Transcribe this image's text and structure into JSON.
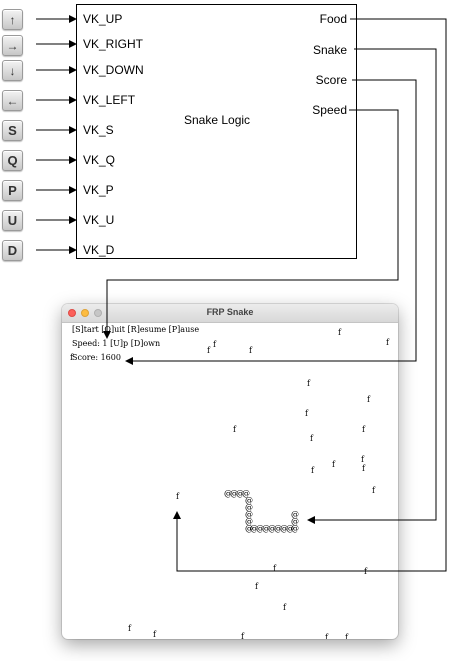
{
  "keys": [
    {
      "icon": "up-arrow-icon",
      "glyph": "↑",
      "label": "VK_UP"
    },
    {
      "icon": "right-arrow-icon",
      "glyph": "→",
      "label": "VK_RIGHT"
    },
    {
      "icon": "down-arrow-icon",
      "glyph": "↓",
      "label": "VK_DOWN"
    },
    {
      "icon": "left-arrow-icon",
      "glyph": "←",
      "label": "VK_LEFT"
    },
    {
      "icon": "s-key",
      "glyph": "S",
      "label": "VK_S"
    },
    {
      "icon": "q-key",
      "glyph": "Q",
      "label": "VK_Q"
    },
    {
      "icon": "p-key",
      "glyph": "P",
      "label": "VK_P"
    },
    {
      "icon": "u-key",
      "glyph": "U",
      "label": "VK_U"
    },
    {
      "icon": "d-key",
      "glyph": "D",
      "label": "VK_D"
    }
  ],
  "logic": {
    "title": "Snake Logic",
    "outputs": [
      "Food",
      "Snake",
      "Score",
      "Speed"
    ]
  },
  "window": {
    "title": "FRP Snake",
    "help_line": "[S]tart [Q]uit [R]esume [P]ause",
    "speed_line": "Speed: 1 [U]p [D]own",
    "score_line": "Score: 1600",
    "food_glyph": "f",
    "snake_glyph": "@"
  },
  "colors": {
    "close": "#fc605b",
    "minimize": "#fdbc40",
    "zoom": "#c6c6c6"
  }
}
